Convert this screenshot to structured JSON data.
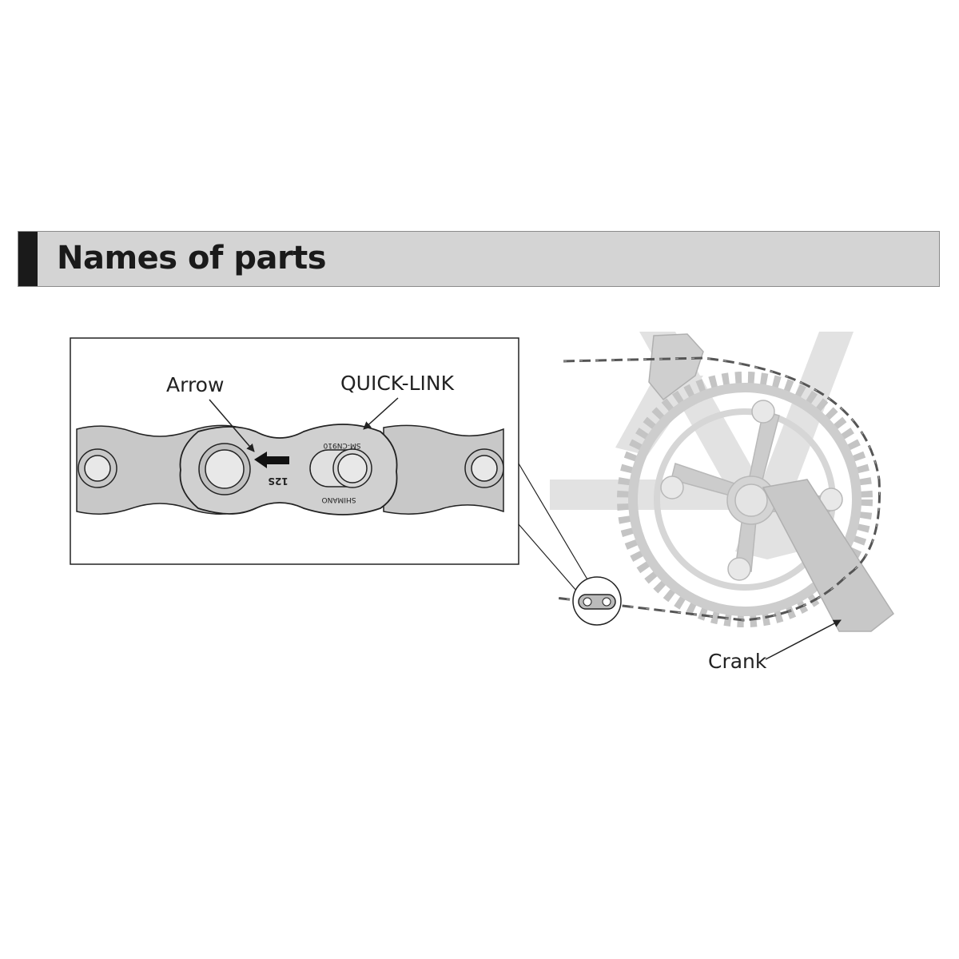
{
  "header": {
    "title": "Names of parts"
  },
  "labels": {
    "arrow": "Arrow",
    "quick_link": "QUICK-LINK",
    "crank": "Crank"
  },
  "link_markings": {
    "model": "SM-CN910",
    "speed": "12S",
    "brand": "SHIMANO"
  }
}
